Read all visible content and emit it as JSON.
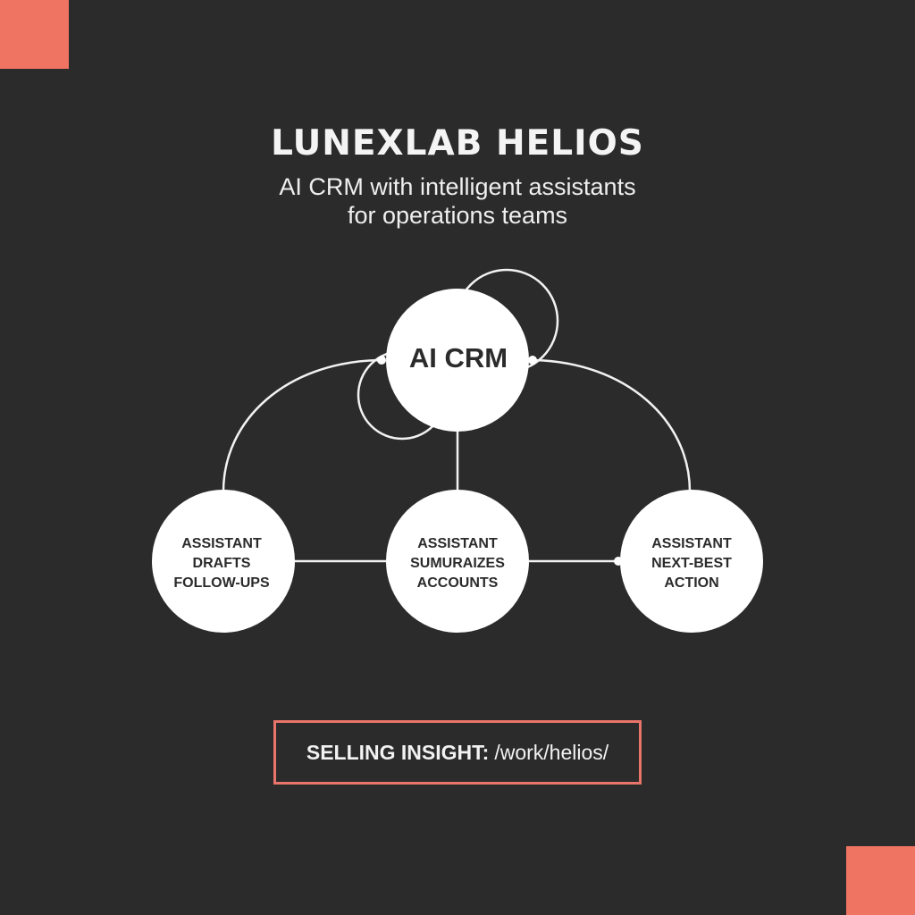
{
  "colors": {
    "background": "#2b2b2b",
    "accent": "#f07462",
    "node_fill": "#ffffff",
    "line": "#f2f2f2",
    "node_text": "#2b2b2b"
  },
  "header": {
    "title": "LUNEXLAB HELIOS",
    "subtitle_line1": "AI CRM with intelligent assistants",
    "subtitle_line2": "for operations teams"
  },
  "diagram": {
    "hub": {
      "label": "AI CRM"
    },
    "nodes": [
      {
        "lines": [
          "ASSISTANT",
          "DRAFTS",
          "FOLLOW-UPS"
        ]
      },
      {
        "lines": [
          "ASSISTANT",
          "SUMURAIZES",
          "ACCOUNTS"
        ]
      },
      {
        "lines": [
          "ASSISTANT",
          "NEXT-BEST",
          "ACTION"
        ]
      }
    ]
  },
  "footer": {
    "insight_label": "SELLING INSIGHT:",
    "insight_path": "/work/helios/"
  }
}
